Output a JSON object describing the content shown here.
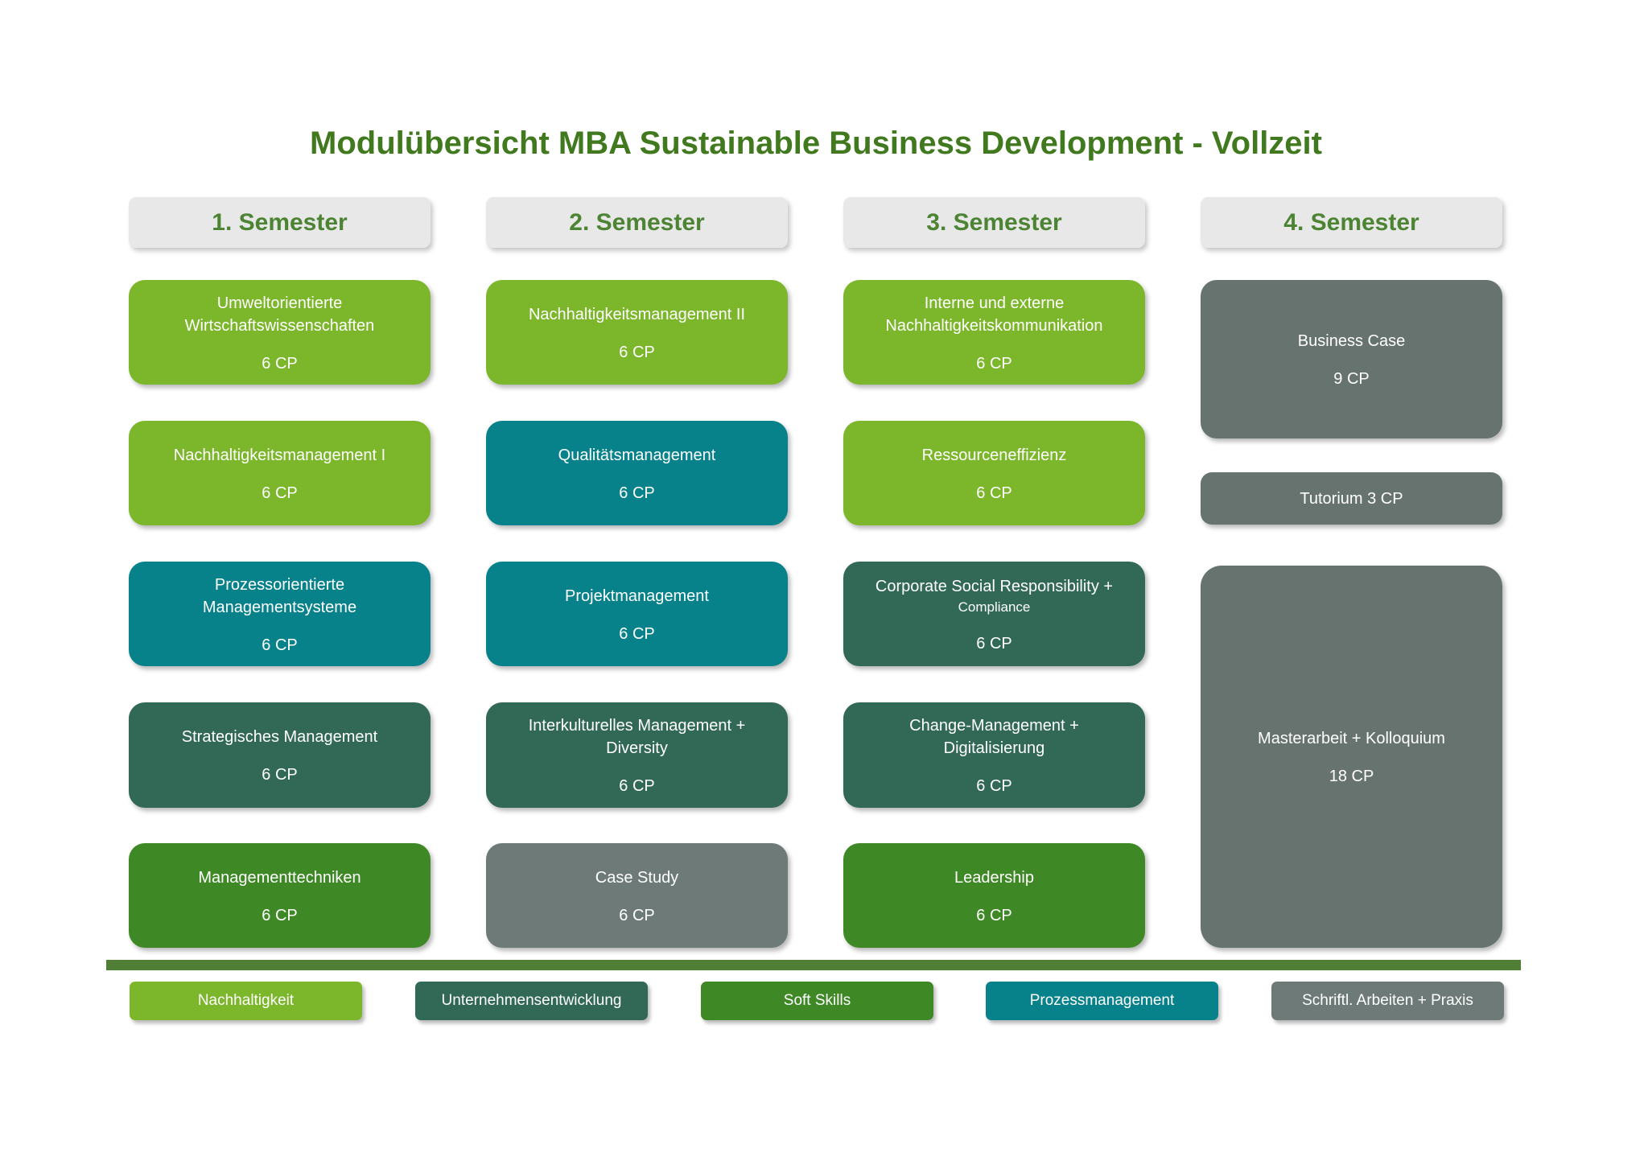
{
  "title": {
    "text": "Modulübersicht MBA Sustainable Business Development - Vollzeit",
    "color": "#41791F"
  },
  "colors": {
    "nachhaltigkeit": "#7CB62B",
    "unternehmensentwicklung": "#316856",
    "soft_skills": "#3E8926",
    "prozessmanagement": "#07818A",
    "schriftliche_arbeiten_praxis": "#6D7A77",
    "semester4_gray": "#67736F",
    "header_bg": "#E8E8E8",
    "header_text": "#4C8434",
    "divider": "#517E35"
  },
  "semesters": [
    {
      "label": "1. Semester",
      "modules": [
        {
          "name_line1": "Umweltorientierte",
          "name_line2": "Wirtschaftswissenschaften",
          "cp": "6 CP",
          "category": "Nachhaltigkeit",
          "color": "#7CB62B"
        },
        {
          "name_line1": "Nachhaltigkeitsmanagement I",
          "name_line2": "",
          "cp": "6 CP",
          "category": "Nachhaltigkeit",
          "color": "#7CB62B"
        },
        {
          "name_line1": "Prozessorientierte",
          "name_line2": "Managementsysteme",
          "cp": "6 CP",
          "category": "Prozessmanagement",
          "color": "#07818A"
        },
        {
          "name_line1": "Strategisches Management",
          "name_line2": "",
          "cp": "6 CP",
          "category": "Unternehmensentwicklung",
          "color": "#316856"
        },
        {
          "name_line1": "Managementtechniken",
          "name_line2": "",
          "cp": "6 CP",
          "category": "Soft Skills",
          "color": "#3E8926"
        }
      ]
    },
    {
      "label": "2. Semester",
      "modules": [
        {
          "name_line1": "Nachhaltigkeitsmanagement II",
          "name_line2": "",
          "cp": "6 CP",
          "category": "Nachhaltigkeit",
          "color": "#7CB62B"
        },
        {
          "name_line1": "Qualitätsmanagement",
          "name_line2": "",
          "cp": "6 CP",
          "category": "Prozessmanagement",
          "color": "#07818A"
        },
        {
          "name_line1": "Projektmanagement",
          "name_line2": "",
          "cp": "6 CP",
          "category": "Prozessmanagement",
          "color": "#07818A"
        },
        {
          "name_line1": "Interkulturelles Management +",
          "name_line2": "Diversity",
          "cp": "6 CP",
          "category": "Unternehmensentwicklung",
          "color": "#316856"
        },
        {
          "name_line1": "Case Study",
          "name_line2": "",
          "cp": "6 CP",
          "category": "Schriftl. Arbeiten + Praxis",
          "color": "#6D7A77"
        }
      ]
    },
    {
      "label": "3. Semester",
      "modules": [
        {
          "name_line1": "Interne und externe",
          "name_line2": "Nachhaltigkeitskommunikation",
          "cp": "6 CP",
          "category": "Nachhaltigkeit",
          "color": "#7CB62B"
        },
        {
          "name_line1": "Ressourceneffizienz",
          "name_line2": "",
          "cp": "6 CP",
          "category": "Nachhaltigkeit",
          "color": "#7CB62B"
        },
        {
          "name_line1": "Corporate Social Responsibility +",
          "name_line2": "Compliance",
          "cp": "6 CP",
          "category": "Unternehmensentwicklung",
          "color": "#316856"
        },
        {
          "name_line1": "Change-Management +",
          "name_line2": "Digitalisierung",
          "cp": "6 CP",
          "category": "Unternehmensentwicklung",
          "color": "#316856"
        },
        {
          "name_line1": "Leadership",
          "name_line2": "",
          "cp": "6 CP",
          "category": "Soft Skills",
          "color": "#3E8926"
        }
      ]
    },
    {
      "label": "4. Semester",
      "modules": [
        {
          "name_line1": "Business Case",
          "name_line2": "",
          "cp": "9 CP",
          "category": "Schriftl. Arbeiten + Praxis",
          "color": "#67736F"
        },
        {
          "name_line1": "Tutorium 3 CP",
          "name_line2": "",
          "cp": "",
          "category": "Schriftl. Arbeiten + Praxis",
          "color": "#67736F"
        },
        {
          "name_line1": "Masterarbeit + Kolloquium",
          "name_line2": "",
          "cp": "18 CP",
          "category": "Schriftl. Arbeiten + Praxis",
          "color": "#67736F"
        }
      ]
    }
  ],
  "legend": [
    {
      "label": "Nachhaltigkeit",
      "color": "#7CB62B"
    },
    {
      "label": "Unternehmensentwicklung",
      "color": "#316856"
    },
    {
      "label": "Soft Skills",
      "color": "#3E8926"
    },
    {
      "label": "Prozessmanagement",
      "color": "#07818A"
    },
    {
      "label": "Schriftl. Arbeiten + Praxis",
      "color": "#6D7A77"
    }
  ]
}
